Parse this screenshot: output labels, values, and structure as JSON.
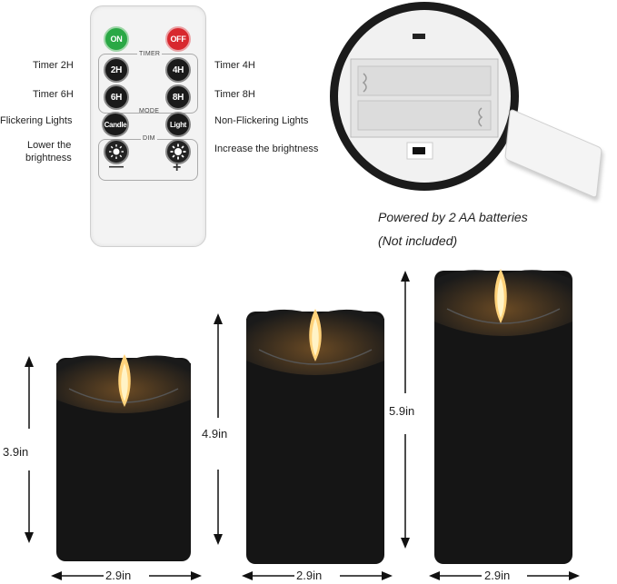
{
  "remote": {
    "on_label": "ON",
    "off_label": "OFF",
    "timer_section": "TIMER",
    "mode_section": "MODE",
    "dim_section": "DIM",
    "btn_2h": "2H",
    "btn_4h": "4H",
    "btn_6h": "6H",
    "btn_8h": "8H",
    "btn_candle": "Candle",
    "btn_light": "Light",
    "minus": "—",
    "plus": "+"
  },
  "labels": {
    "timer_2h": "Timer 2H",
    "timer_4h": "Timer 4H",
    "timer_6h": "Timer 6H",
    "timer_8h": "Timer 8H",
    "flickering": "Flickering Lights",
    "non_flickering": "Non-Flickering Lights",
    "lower_1": "Lower the",
    "lower_2": "brightness",
    "increase": "Increase the brightness"
  },
  "battery": {
    "caption_1": "Powered by 2 AA batteries",
    "caption_2": "(Not included)"
  },
  "candles": [
    {
      "height": "3.9in",
      "width": "2.9in"
    },
    {
      "height": "4.9in",
      "width": "2.9in"
    },
    {
      "height": "5.9in",
      "width": "2.9in"
    }
  ],
  "colors": {
    "candle_body": "#151515",
    "flame": "#ffd27a",
    "on_button": "#2aa845",
    "off_button": "#d8282e"
  }
}
